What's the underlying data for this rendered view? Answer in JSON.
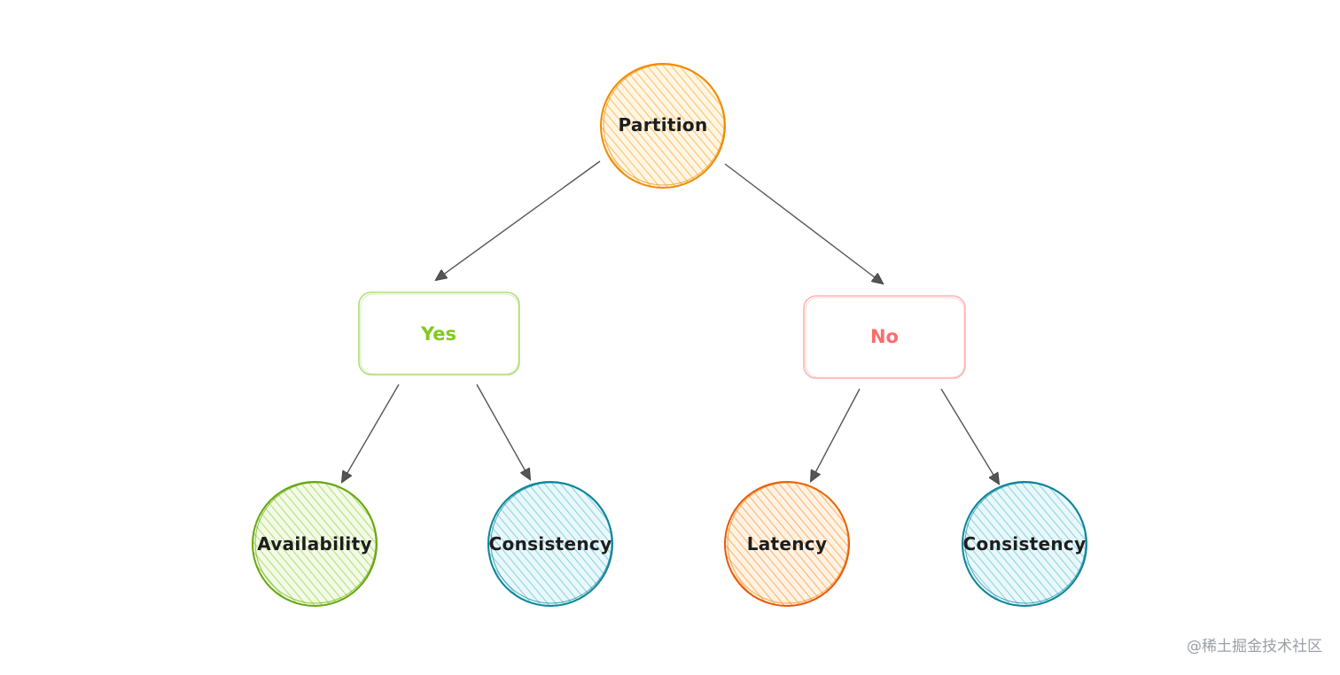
{
  "diagram": {
    "root": {
      "label": "Partition",
      "color": "#f08c00"
    },
    "branches": [
      {
        "label": "Yes",
        "color": "#82c91e"
      },
      {
        "label": "No",
        "color": "#ff6b6b"
      }
    ],
    "leaves": [
      {
        "label": "Availability",
        "color": "#66a80f"
      },
      {
        "label": "Consistency",
        "color": "#0c8599"
      },
      {
        "label": "Latency",
        "color": "#e8590c"
      },
      {
        "label": "Consistency",
        "color": "#0c8599"
      }
    ]
  },
  "watermark": "@稀土掘金技术社区"
}
